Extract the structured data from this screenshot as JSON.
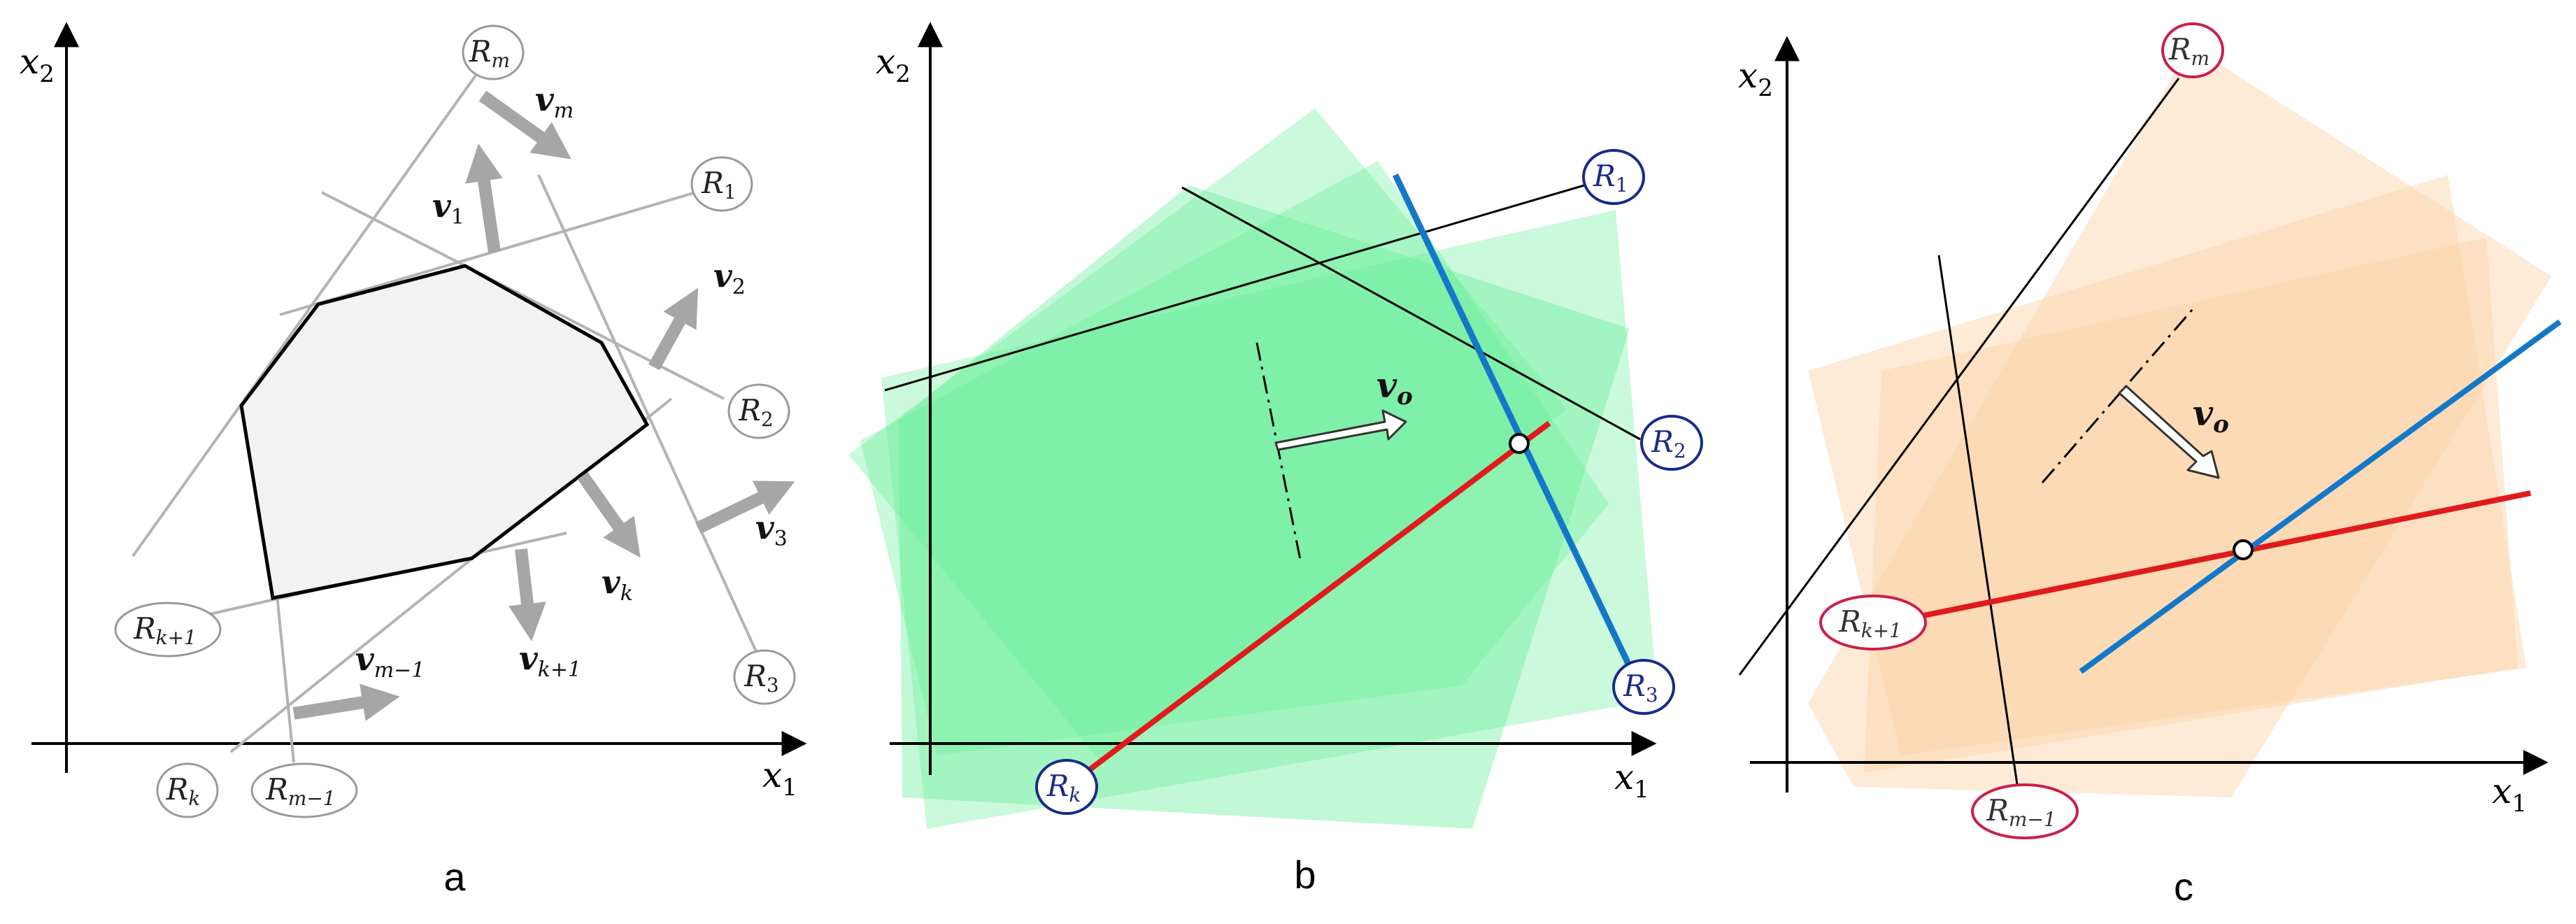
{
  "panels": {
    "a": {
      "caption": "a",
      "axes": {
        "x_label": "x",
        "x_sub": "1",
        "y_label": "x",
        "y_sub": "2"
      },
      "labels": {
        "Rm": "m",
        "R1": "1",
        "R2": "2",
        "R3": "3",
        "Rk1": "k+1",
        "Rk": "k",
        "Rm1": "m−1",
        "vm": "m",
        "v1": "1",
        "v2": "2",
        "v3": "3",
        "vk": "k",
        "vk1": "k+1",
        "vm1": "m−1"
      }
    },
    "b": {
      "caption": "b",
      "axes": {
        "x_label": "x",
        "x_sub": "1",
        "y_label": "x",
        "y_sub": "2"
      },
      "labels": {
        "R1": "1",
        "R2": "2",
        "R3": "3",
        "Rk": "k",
        "vo": "o"
      }
    },
    "c": {
      "caption": "c",
      "axes": {
        "x_label": "x",
        "x_sub": "1",
        "y_label": "x",
        "y_sub": "2"
      },
      "labels": {
        "Rm": "m",
        "Rk1": "k+1",
        "Rm1": "m−1",
        "vo": "o"
      }
    }
  },
  "symbols": {
    "R": "R",
    "v": "v"
  },
  "colors": {
    "gray_line": "#b3b3b3",
    "gray_arrow": "#a6a6a6",
    "polygon_fill": "#f2f2f2",
    "green_fill": "#66ee99",
    "orange_fill": "#fbd2a6",
    "red_line": "#e01b1b",
    "blue_line": "#1478c8",
    "navy_circle": "#1a2a8a",
    "crimson_circle": "#cc1f4a"
  }
}
